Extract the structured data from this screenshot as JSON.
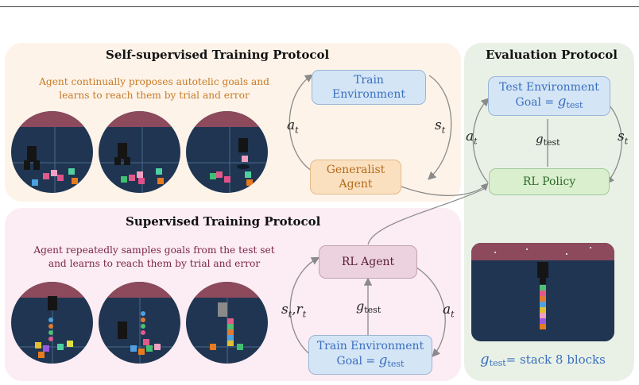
{
  "self_supervised": {
    "title": "Self-supervised Training Protocol",
    "description_line1": "Agent continually proposes autotelic goals and",
    "description_line2": "learns to reach them by trial and error",
    "train_env_line1": "Train",
    "train_env_line2": "Environment",
    "agent_line1": "Generalist",
    "agent_line2": "Agent",
    "action_label": "a",
    "action_sub": "t",
    "state_label": "s",
    "state_sub": "t"
  },
  "supervised": {
    "title": "Supervised Training Protocol",
    "description_line1": "Agent repeatedly samples goals from the test set",
    "description_line2": "and learns to reach them by trial and error",
    "agent_label": "RL Agent",
    "env_line1": "Train Environment",
    "env_goal_prefix": "Goal = ",
    "goal_symbol": "g",
    "goal_sub": "test",
    "left_label": "s",
    "left_sub1": "t",
    "left_mid": ",r",
    "left_sub2": "t",
    "right_label": "a",
    "right_sub": "t"
  },
  "evaluation": {
    "title": "Evaluation Protocol",
    "env_line1": "Test Environment",
    "env_goal_prefix": "Goal = ",
    "goal_symbol": "g",
    "goal_sub": "test",
    "policy_label": "RL Policy",
    "left_label": "a",
    "left_sub": "t",
    "right_label": "s",
    "right_sub": "t",
    "goal_caption_suffix": "= stack 8 blocks"
  },
  "colors": {
    "self_panel": "#fdf3e9",
    "sup_panel": "#fcecf3",
    "eval_panel": "#e9f1e6",
    "self_desc": "#c77a24",
    "sup_desc": "#7a2648",
    "env_box": "#d4e5f6",
    "agent_box": "#fbe0c0",
    "policy_box": "#d9efcd",
    "rl_agent_box": "#ecd2de"
  }
}
